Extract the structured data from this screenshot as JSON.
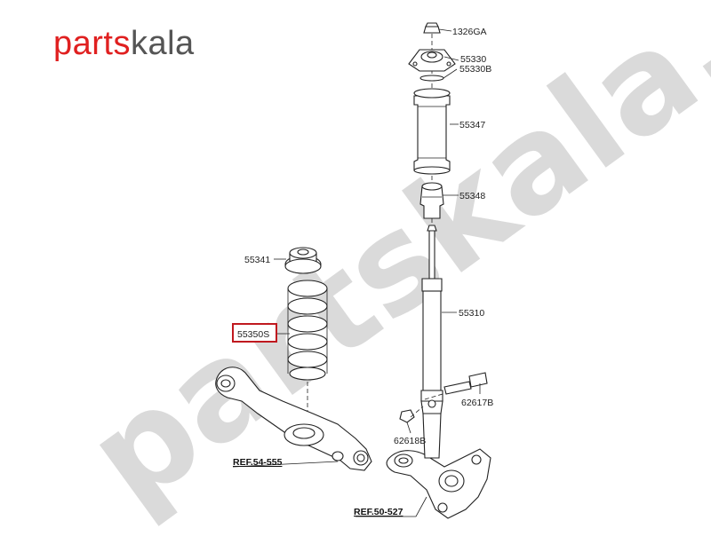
{
  "logo": {
    "part1": "parts",
    "part2": "kala"
  },
  "watermark": "partskala.ir",
  "labels": {
    "p1326ga": "1326GA",
    "p55330": "55330",
    "p55330b": "55330B",
    "p55347": "55347",
    "p55348": "55348",
    "p55341": "55341",
    "p55310": "55310",
    "p55350s": "55350S",
    "p62617b": "62617B",
    "p62618b": "62618B",
    "ref54": "REF.54-555",
    "ref50": "REF.50-527"
  },
  "highlight_color": "#c0191f"
}
